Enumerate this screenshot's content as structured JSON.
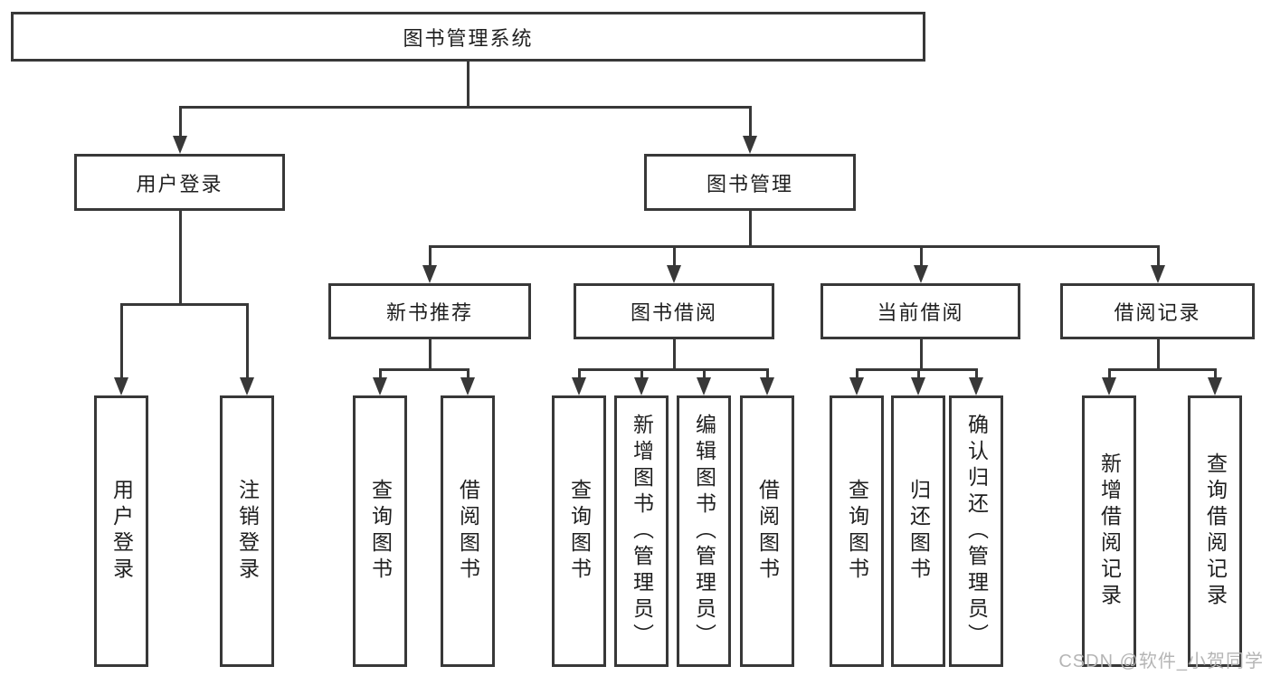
{
  "colors": {
    "line": "#383838",
    "text": "#1f1f1f",
    "background": "#ffffff",
    "watermark": "#b5b5b5"
  },
  "tree": {
    "root": "图书管理系统",
    "user_login": {
      "label": "用户登录",
      "children": [
        "用户登录",
        "注销登录"
      ]
    },
    "book_mgmt": {
      "label": "图书管理",
      "sections": {
        "new_books": {
          "label": "新书推荐",
          "children": [
            "查询图书",
            "借阅图书"
          ]
        },
        "borrow": {
          "label": "图书借阅",
          "children": [
            "查询图书",
            "新增图书（管理员）",
            "编辑图书（管理员）",
            "借阅图书"
          ]
        },
        "current": {
          "label": "当前借阅",
          "children": [
            "查询图书",
            "归还图书",
            "确认归还（管理员）"
          ]
        },
        "records": {
          "label": "借阅记录",
          "children": [
            "新增借阅记录",
            "查询借阅记录"
          ]
        }
      }
    }
  },
  "watermark": "CSDN @软件_小贺同学"
}
